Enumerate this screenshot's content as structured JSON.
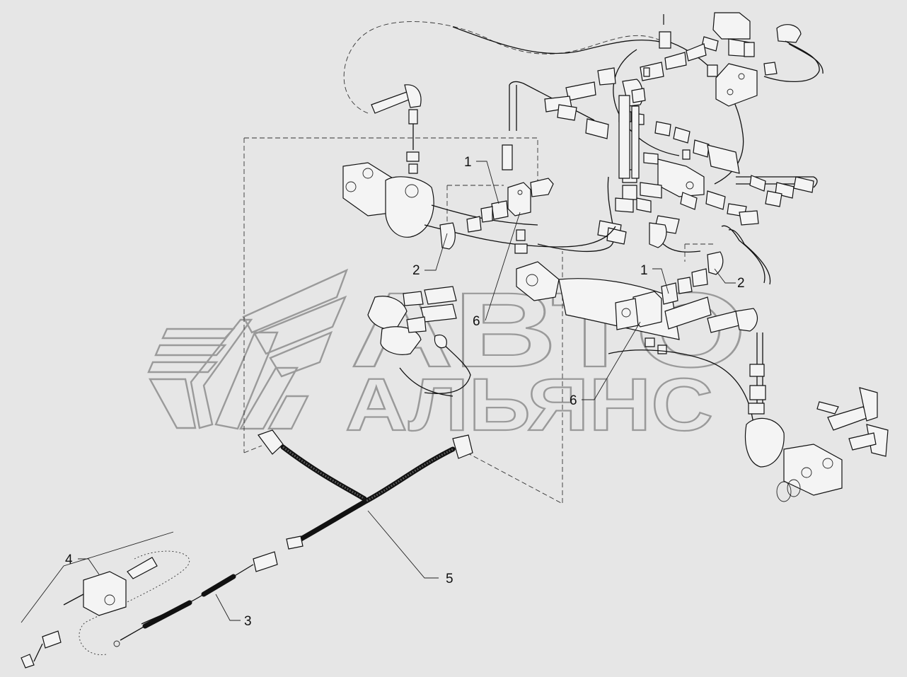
{
  "callouts": [
    {
      "id": "c1a",
      "label": "1"
    },
    {
      "id": "c1b",
      "label": "1"
    },
    {
      "id": "c2a",
      "label": "2"
    },
    {
      "id": "c2b",
      "label": "2"
    },
    {
      "id": "c3",
      "label": "3"
    },
    {
      "id": "c4",
      "label": "4"
    },
    {
      "id": "c5",
      "label": "5"
    },
    {
      "id": "c6a",
      "label": "6"
    },
    {
      "id": "c6b",
      "label": "6"
    }
  ],
  "watermark": {
    "line1": "АВТО",
    "line2": "АЛЬЯНС"
  },
  "colors": {
    "background": "#e6e6e6",
    "ink": "#111111",
    "watermark": "#9a9a9a"
  }
}
